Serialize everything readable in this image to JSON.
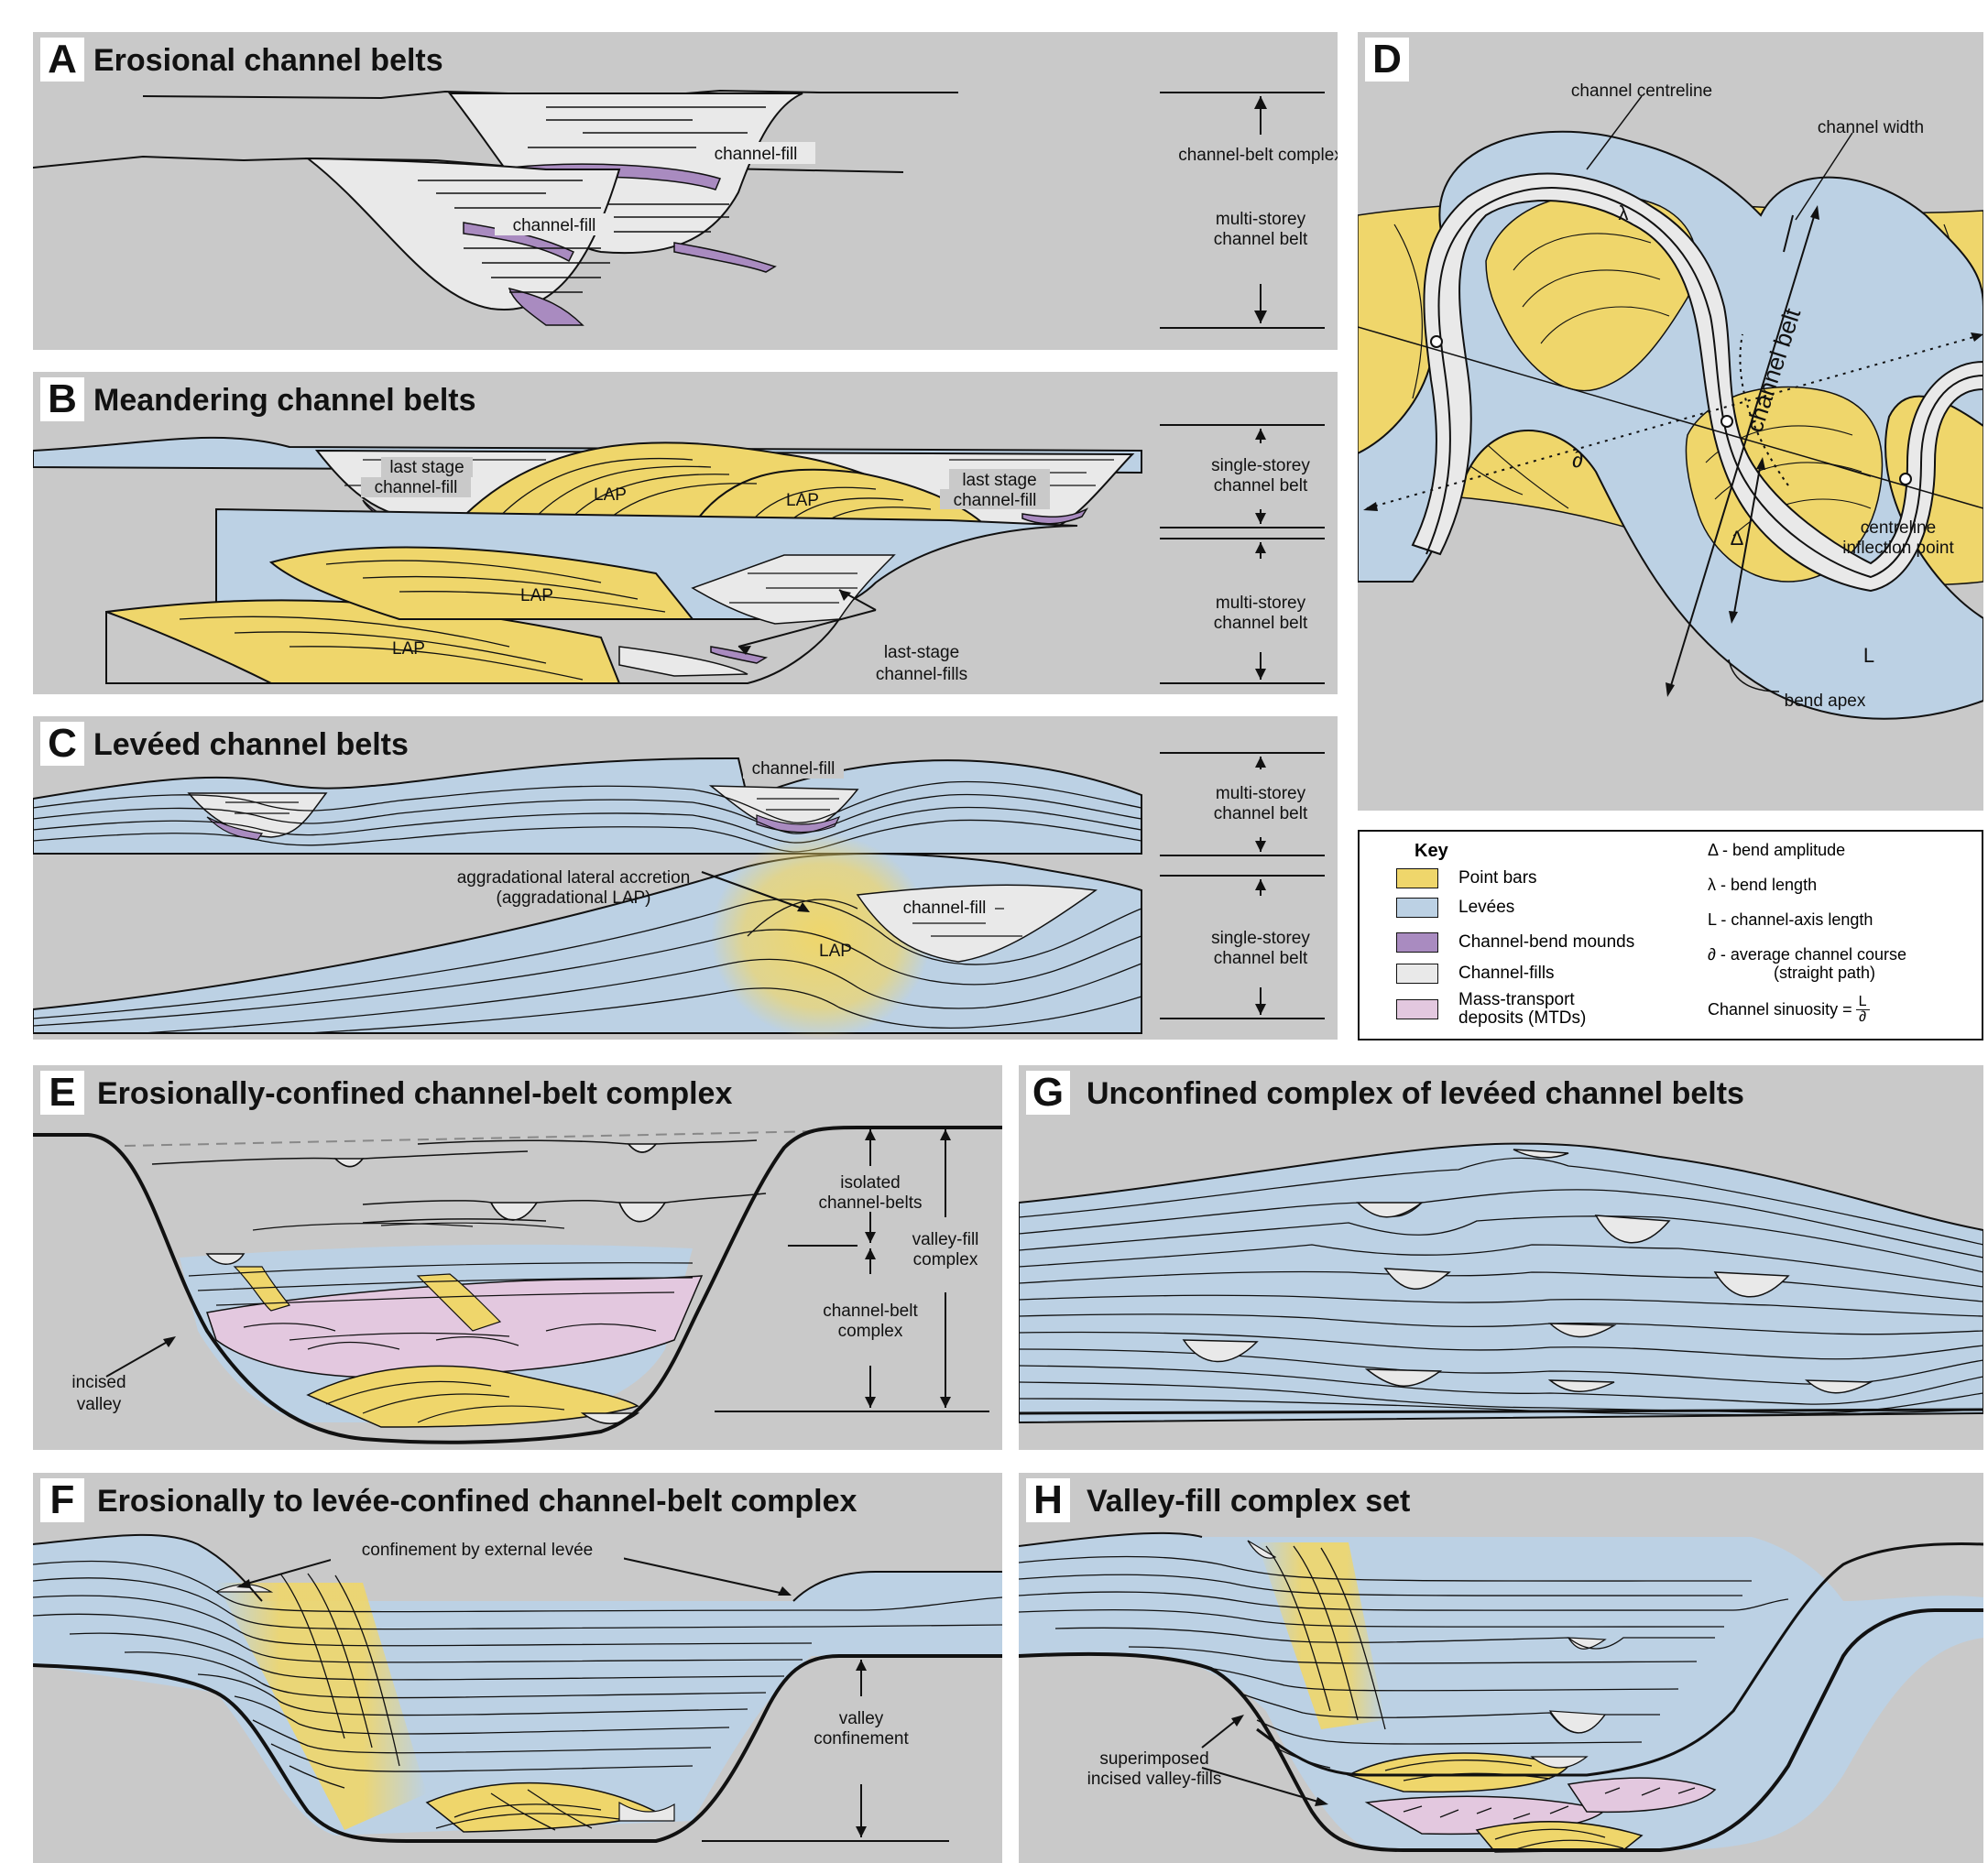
{
  "colors": {
    "panel_bg": "#c9c9c9",
    "point_bars": "#efd66b",
    "levees": "#bcd1e4",
    "channel_bend_mounds": "#a98bc0",
    "channel_fills": "#e9e9e9",
    "mtds": "#e3c8df"
  },
  "panels": {
    "a": {
      "label": "A",
      "title": "Erosional channel belts",
      "fill_1": "channel-fill",
      "fill_2": "channel-fill",
      "scale": "channel-belt complex",
      "scale_paren_1": "multi-storey",
      "scale_paren_2": "channel belt"
    },
    "b": {
      "label": "B",
      "title": "Meandering channel belts",
      "last_stage_1a": "last stage",
      "last_stage_1b": "channel-fill",
      "last_stage_2a": "last stage",
      "last_stage_2b": "channel-fill",
      "lap": "LAP",
      "last_stage_fills_a": "last-stage",
      "last_stage_fills_b": "channel-fills",
      "scale_top_1": "single-storey",
      "scale_top_2": "channel belt",
      "scale_bot_1": "multi-storey",
      "scale_bot_2": "channel belt"
    },
    "c": {
      "label": "C",
      "title": "Levéed channel belts",
      "fill_1": "channel-fill",
      "fill_2": "channel-fill",
      "aggr_1": "aggradational lateral accretion",
      "aggr_2": "(aggradational LAP)",
      "lap": "LAP",
      "scale_top_1": "multi-storey",
      "scale_top_2": "channel belt",
      "scale_bot_1": "single-storey",
      "scale_bot_2": "channel belt"
    },
    "d": {
      "label": "D",
      "channel_centreline": "channel centreline",
      "channel_width": "channel width",
      "channel_belt": "channel belt",
      "lambda": "λ",
      "partial": "∂",
      "delta": "Δ",
      "length": "L",
      "inflection_1": "centreline",
      "inflection_2": "inflection point",
      "bend_apex": "bend apex"
    },
    "e": {
      "label": "E",
      "title": "Erosionally-confined channel-belt complex",
      "isolated_1": "isolated",
      "isolated_2": "channel-belts",
      "valley_fill_1": "valley-fill",
      "valley_fill_2": "complex",
      "cbc_1": "channel-belt",
      "cbc_2": "complex",
      "incised_1": "incised",
      "incised_2": "valley"
    },
    "f": {
      "label": "F",
      "title": "Erosionally to levée-confined channel-belt complex",
      "confinement": "confinement by external levée",
      "valley_1": "valley",
      "valley_2": "confinement"
    },
    "g": {
      "label": "G",
      "title": "Unconfined complex of levéed channel belts"
    },
    "h": {
      "label": "H",
      "title": "Valley-fill complex set",
      "superimposed_1": "superimposed",
      "superimposed_2": "incised valley-fills"
    }
  },
  "key": {
    "title": "Key",
    "items": [
      {
        "label": "Point bars",
        "color": "#efd66b"
      },
      {
        "label": "Levées",
        "color": "#bcd1e4"
      },
      {
        "label": "Channel-bend mounds",
        "color": "#a98bc0"
      },
      {
        "label": "Channel-fills",
        "color": "#e9e9e9"
      },
      {
        "label": "Mass-transport",
        "label_2": "deposits (MTDs)",
        "color": "#e3c8df"
      }
    ],
    "defs": [
      "Δ - bend amplitude",
      "λ - bend length",
      "L - channel-axis length",
      "∂ - average channel course",
      "(straight path)",
      "Channel sinuosity ="
    ],
    "frac_num": "L",
    "frac_den": "∂"
  }
}
